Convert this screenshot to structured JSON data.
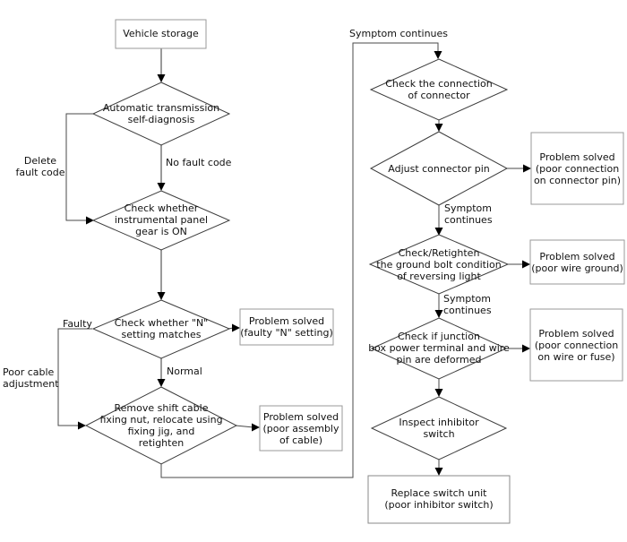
{
  "flowchart": {
    "title_hint": "Automatic transmission inhibitor switch troubleshooting flowchart",
    "colors": {
      "background": "#ffffff",
      "box_border": "#9a9a9a",
      "diamond_border": "#3d3d3d",
      "connector_gray": "#9a9a9a",
      "connector_dark": "#4a4a4a",
      "arrowhead": "#000000",
      "text": "#111111"
    },
    "nodes": {
      "vehicle_storage": "Vehicle storage",
      "auto_diag": "Automatic transmission\nself-diagnosis",
      "check_panel": "Check whether\ninstrumental panel\ngear is ON",
      "check_n": "Check whether \"N\"\nsetting matches",
      "remove_cable": "Remove shift cable\nfixing nut, relocate using\nfixing jig, and\nretighten",
      "check_connection": "Check the connection\nof connector",
      "adjust_pin": "Adjust connector pin",
      "check_ground": "Check/Retighten\nthe ground bolt condition\nof reversing light",
      "check_junction": "Check if junction\nbox power terminal and wire\npin are deformed",
      "inspect_switch": "Inspect inhibitor\nswitch",
      "replace_switch": "Replace switch unit\n(poor inhibitor switch)",
      "solved_n": "Problem solved\n(faulty \"N\" setting)",
      "solved_cable": "Problem solved\n(poor assembly\nof cable)",
      "solved_pin": "Problem solved\n(poor connection\non connector pin)",
      "solved_ground": "Problem solved\n(poor wire ground)",
      "solved_fuse": "Problem solved\n(poor connection\non wire or fuse)"
    },
    "labels": {
      "symptom_top": "Symptom continues",
      "no_fault": "No fault code",
      "delete_fault": "Delete\nfault code",
      "faulty": "Faulty",
      "normal": "Normal",
      "poor_cable": "Poor cable\nadjustment",
      "symptom_1": "Symptom\ncontinues",
      "symptom_2": "Symptom\ncontinues"
    }
  }
}
